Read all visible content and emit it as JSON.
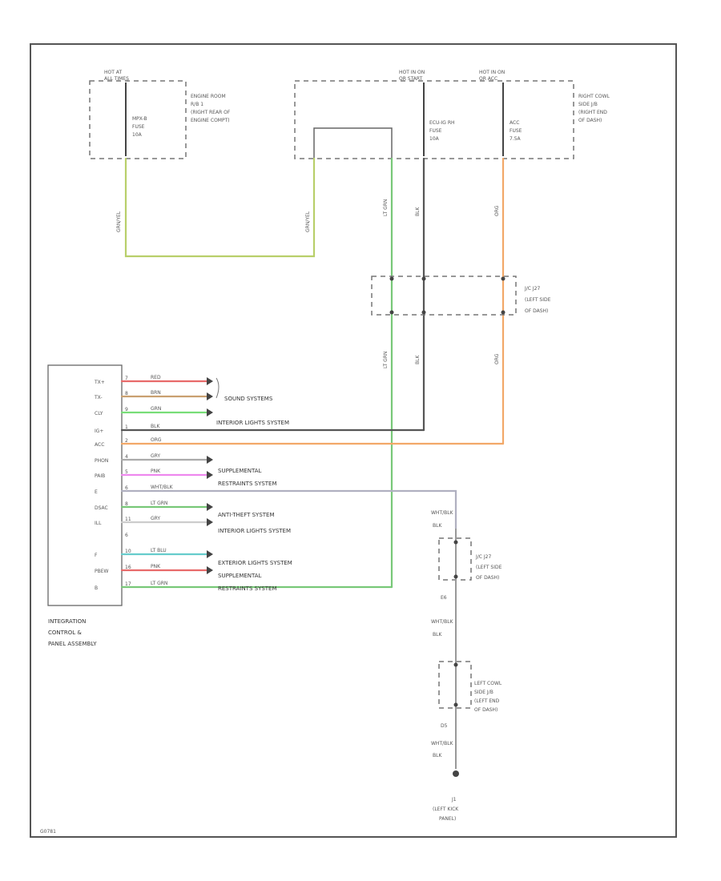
{
  "colors": {
    "frame": "#555555",
    "black": "#555555",
    "green_yellow": "#b8cf6a",
    "green": "#78c878",
    "orange": "#f2a868",
    "red": "#e86a6a",
    "brown": "#c9a070",
    "gray": "#aaaaaa",
    "pink": "#ee88ee",
    "white_blue": "#b0b0c0",
    "white": "#cccccc",
    "light_blue": "#66cccc",
    "light_green": "#77dd77"
  },
  "fuse_boxes": {
    "engine_room": {
      "hot_label": [
        "HOT AT",
        "ALL TIMES"
      ],
      "fuse": [
        "MPX-B",
        "FUSE",
        "10A"
      ],
      "location": [
        "ENGINE ROOM",
        "R/B 1",
        "(RIGHT REAR OF",
        "ENGINE COMPT)"
      ]
    },
    "right_cowl": {
      "hot_label_1": [
        "HOT IN ON",
        "OR START"
      ],
      "hot_label_2": [
        "HOT IN ON",
        "OR ACC"
      ],
      "fuse_1": [
        "ECU-IG RH",
        "FUSE",
        "10A"
      ],
      "fuse_2": [
        "ACC",
        "FUSE",
        "7.5A"
      ],
      "location": [
        "RIGHT COWL",
        "SIDE J/B",
        "(RIGHT END",
        "OF DASH)"
      ]
    }
  },
  "junctions": {
    "jc_upper": [
      "J/C J27",
      "(LEFT SIDE",
      "OF DASH)"
    ],
    "jc_lower": [
      "J/C J27",
      "(LEFT SIDE",
      "OF DASH)"
    ],
    "left_cowl": [
      "LEFT COWL",
      "SIDE J/B",
      "(LEFT END",
      "OF DASH)"
    ]
  },
  "module": {
    "pins": [
      "TX+",
      "TX-",
      "CLY",
      "IG+",
      "ACC",
      "PHON",
      "PAIB",
      "E",
      "DSAC",
      "ILL",
      "",
      "F",
      "PBEW",
      "B"
    ],
    "pin_numbers": [
      "7",
      "8",
      "9",
      "1",
      "2",
      "4",
      "5",
      "6",
      "8",
      "11",
      "6",
      "10",
      "16",
      "17"
    ],
    "wire_colors": [
      "RED",
      "BRN",
      "GRN",
      "BLK",
      "ORG",
      "GRY",
      "PNK",
      "WHT/BLK",
      "LT GRN",
      "GRY",
      "LT BLU",
      "PNK",
      "LT GRN"
    ],
    "name": [
      "INTEGRATION",
      "CONTROL &",
      "PANEL ASSEMBLY"
    ]
  },
  "systems": {
    "sound": "SOUND SYSTEMS",
    "interior_1": "INTERIOR LIGHTS SYSTEM",
    "srs_1a": "SUPPLEMENTAL",
    "srs_1b": "RESTRAINTS SYSTEM",
    "anti_theft": "ANTI-THEFT SYSTEM",
    "interior_2": "INTERIOR LIGHTS SYSTEM",
    "exterior": "EXTERIOR LIGHTS SYSTEM",
    "srs_2a": "SUPPLEMENTAL",
    "srs_2b": "RESTRAINTS SYSTEM"
  },
  "wire_labels": {
    "gy": "GRN/YEL",
    "ltgrn": "LT GRN",
    "blk": "BLK",
    "org": "ORG",
    "whtblk": "WHT/BLK"
  },
  "ground": {
    "conn_1": "E6",
    "conn_2": "D5",
    "name": [
      "J1",
      "(LEFT KICK",
      "PANEL)"
    ]
  },
  "figure_id": "G0781"
}
